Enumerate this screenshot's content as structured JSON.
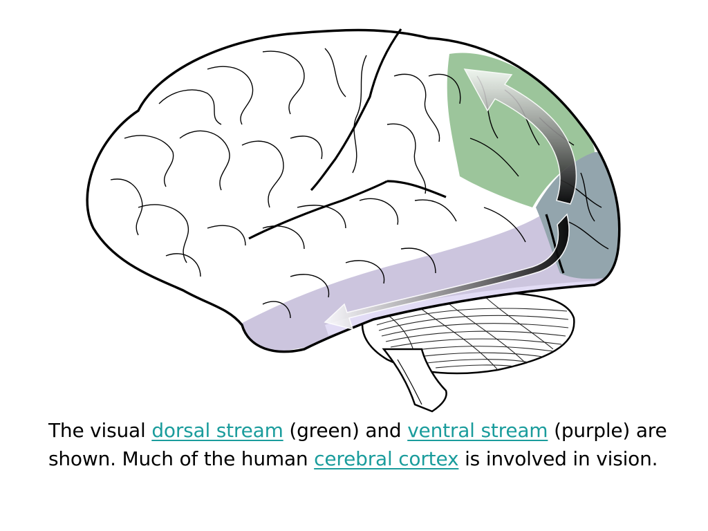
{
  "colors": {
    "dorsal_region": "#9cc59b",
    "ventral_region": "#c9c2dc",
    "occipital_region": "#93a5ad",
    "lavender_band": "#e2dcf5",
    "link": "#1a9c9c",
    "outline": "#000000"
  },
  "caption": {
    "part1": "The visual ",
    "dorsal_link": "dorsal stream",
    "part2": " (green) and ",
    "ventral_link": "ventral stream",
    "part3": " (purple) are shown. Much of the human ",
    "cortex_link": "cerebral cortex",
    "part4": " is involved in vision."
  }
}
